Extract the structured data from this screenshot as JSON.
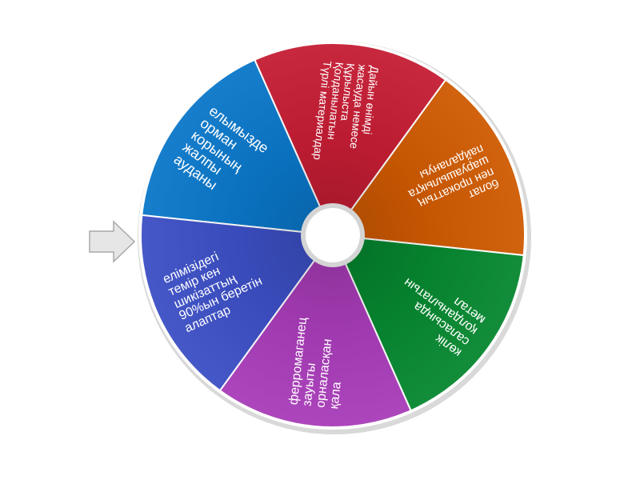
{
  "wheel": {
    "segments": [
      {
        "name": "blue",
        "color": "#0a77c9",
        "lines": [
          "елымызде",
          "орман",
          "корының",
          "жалпы",
          "ауданы"
        ]
      },
      {
        "name": "red",
        "color": "#c51d34",
        "lines": [
          "Дайын өнімді",
          "жасауда немесе",
          "Құрылыста",
          "Қолданылатын",
          "Түрлі материалдар"
        ]
      },
      {
        "name": "orange",
        "color": "#cf5a02",
        "lines": [
          "болат",
          "пен прокаттың",
          "шаруашылықта",
          "пайдалануы"
        ]
      },
      {
        "name": "green",
        "color": "#06872f",
        "lines": [
          "көлік",
          "саласында",
          "қолданылатын",
          "метал"
        ]
      },
      {
        "name": "purple",
        "color": "#a83cb8",
        "lines": [
          "ферромаганец",
          "зауыты",
          "орналасқан",
          "қала"
        ]
      },
      {
        "name": "indigo",
        "color": "#3c4fc4",
        "lines": [
          "елімізідегі",
          "темір кен",
          "шикізаттың",
          "90%ын беретін",
          "алаптар"
        ]
      }
    ]
  },
  "pointer": {
    "icon": "arrow-right-icon",
    "color": "#e6e6e6"
  }
}
